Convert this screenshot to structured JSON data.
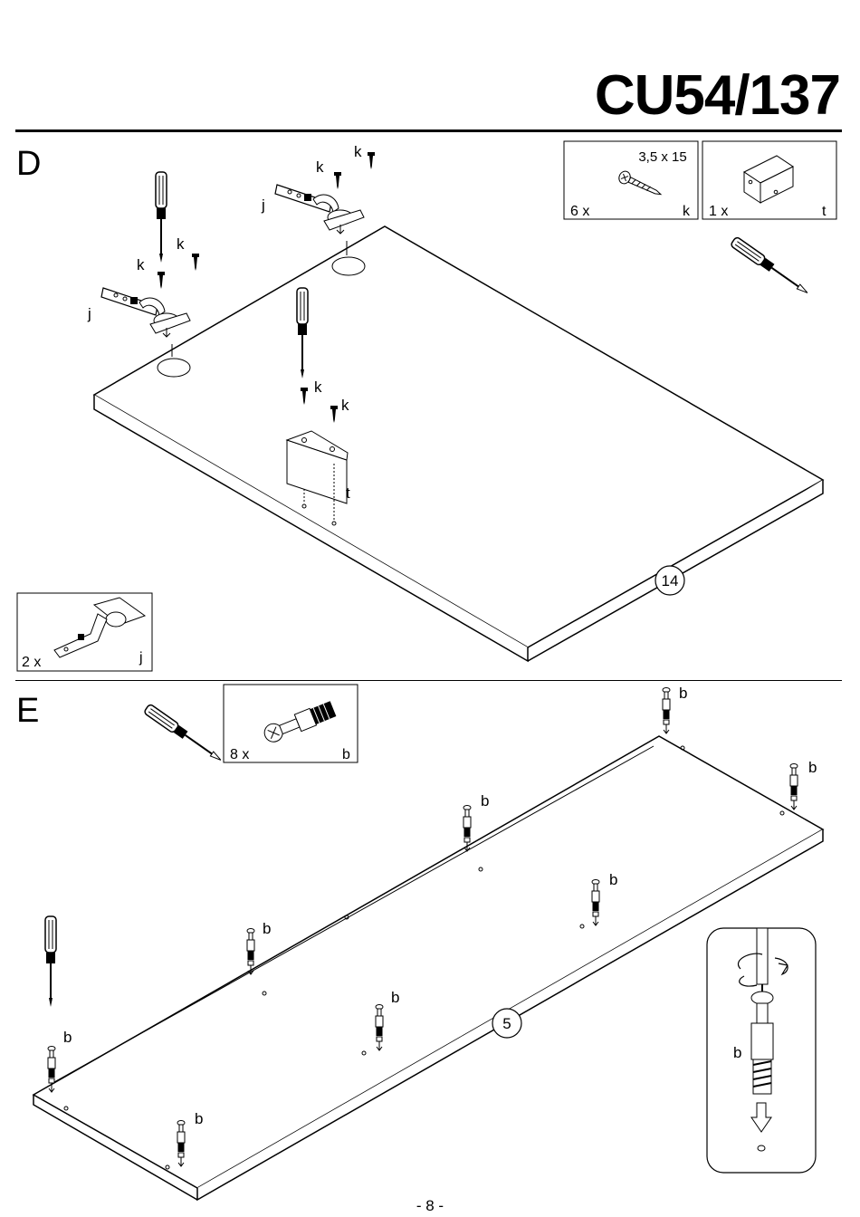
{
  "header": {
    "model": "CU54/137"
  },
  "steps": {
    "d": {
      "label": "D",
      "parts_boxes": [
        {
          "qty": "6 x",
          "letter": "k",
          "size": "3,5 x 15"
        },
        {
          "qty": "1 x",
          "letter": "t"
        },
        {
          "qty": "2 x",
          "letter": "j"
        }
      ],
      "callouts": {
        "k": "k",
        "j": "j",
        "t": "t"
      },
      "panel_number": "14"
    },
    "e": {
      "label": "E",
      "parts_boxes": [
        {
          "qty": "8 x",
          "letter": "b"
        }
      ],
      "callouts": {
        "b": "b"
      },
      "panel_number": "5"
    }
  },
  "footer": {
    "page": "- 8 -"
  }
}
